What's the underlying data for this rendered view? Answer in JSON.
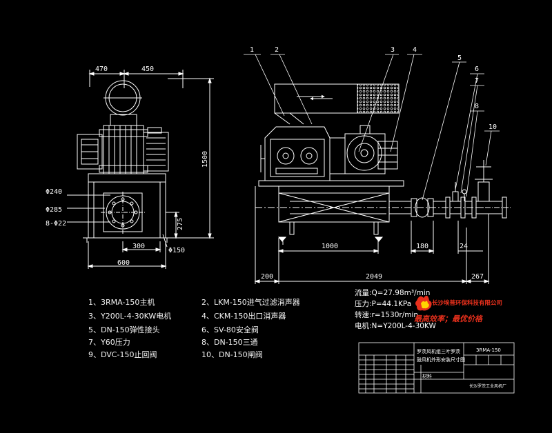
{
  "balloons": [
    "1",
    "2",
    "3",
    "4",
    "5",
    "6",
    "7",
    "8",
    "10"
  ],
  "dimensions": {
    "side_width_left": "470",
    "side_width_right": "450",
    "height_total": "1500",
    "inlet_dia": "Φ240",
    "flange_dia": "Φ285",
    "bolt_holes": "8-Φ22",
    "flange_height": "275",
    "flange_offset": "300",
    "base_width": "600",
    "base_hole": "Φ150",
    "front_span": "1000",
    "front_left": "200",
    "front_total": "2049",
    "pipe_180": "180",
    "pipe_24": "24",
    "right_267": "267"
  },
  "parts_left": [
    "1、3RMA-150主机",
    "3、Y200L-4-30KW电机",
    "5、DN-150弹性接头",
    "7、Y60压力",
    "9、DVC-150止回阀"
  ],
  "parts_right": [
    "2、LKM-150进气过滤消声器",
    "4、CKM-150出口消声器",
    "6、SV-80安全阀",
    "8、DN-150三通",
    "10、DN-150闸阀"
  ],
  "specs": [
    "流量:Q=27.98m³/min",
    "压力:P=44.1KPa",
    "转速:r=1530r/min",
    "电机:N=Y200L-4-30KW"
  ],
  "company": {
    "name": "长沙埃普环保科技有限公司",
    "slogan": "最高效率；最优价格",
    "accent_red": "#e8301c",
    "accent_yellow": "#ffd400"
  },
  "title_block": {
    "title_line1": "罗茨风机组三叶罗茨",
    "title_line2": "鼓风机外形安装尺寸图",
    "model": "3RMA-150",
    "material_label": "材料",
    "manufacturer": "长沙罗茨工业风机厂"
  },
  "colors": {
    "line": "#ffffff",
    "background": "#000000"
  }
}
